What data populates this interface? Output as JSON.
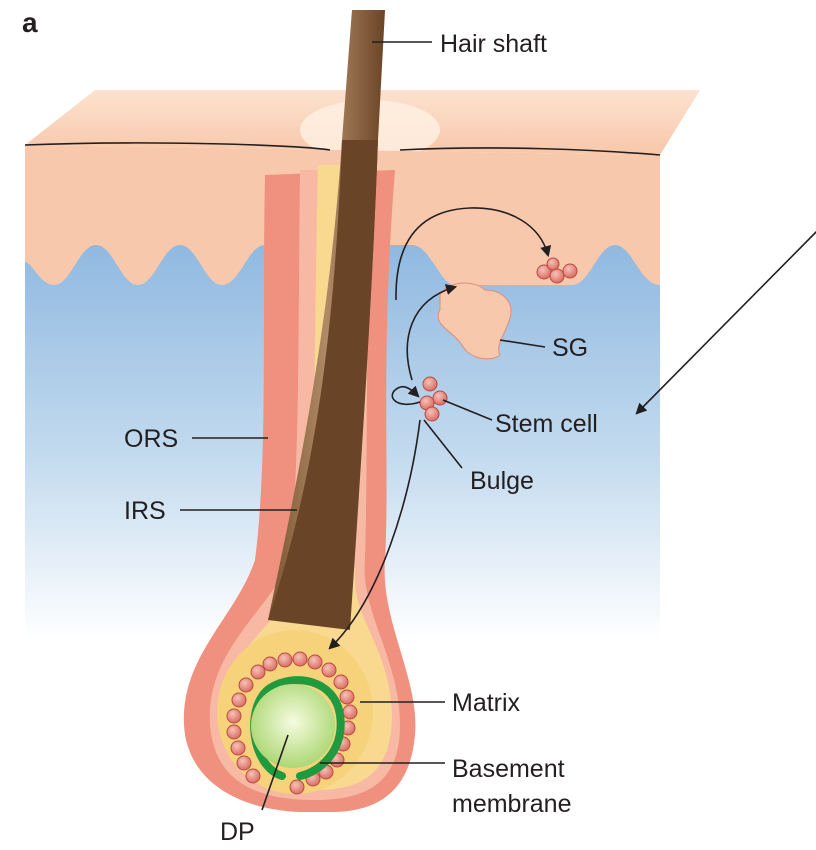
{
  "figure": {
    "panel_letter": "a",
    "labels": {
      "hair_shaft": "Hair shaft",
      "sg": "SG",
      "stem_cell": "Stem cell",
      "bulge": "Bulge",
      "ors": "ORS",
      "irs": "IRS",
      "matrix": "Matrix",
      "basement_line1": "Basement",
      "basement_line2": "membrane",
      "dp": "DP"
    },
    "colors": {
      "epidermis": "#f7c9ad",
      "dermis": "#a9cbe8",
      "ors_tissue": "#f08c7e",
      "irs_tissue": "#f8d38c",
      "hair_shaft": "#6b4426",
      "matrix": "#f6d37a",
      "stem_cell": "#e9857a",
      "basement_membrane": "#1f9a3e",
      "dermal_papilla": "#cfe79a"
    }
  }
}
